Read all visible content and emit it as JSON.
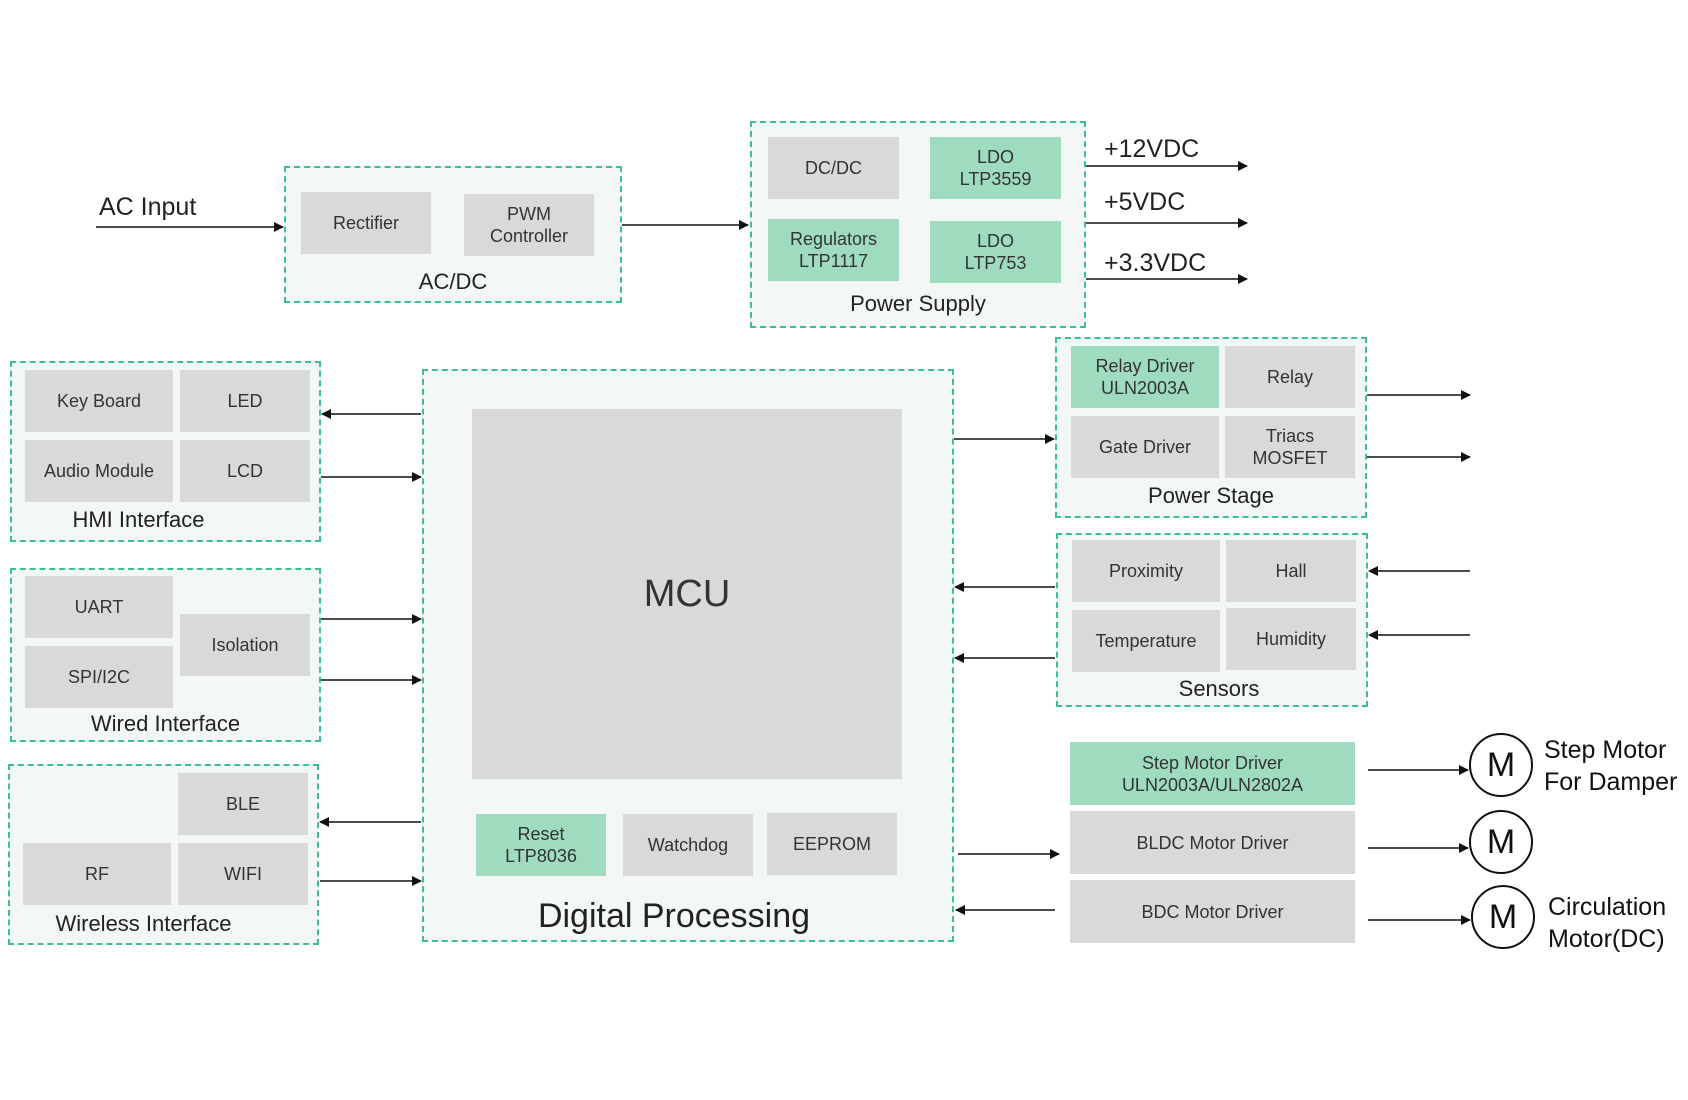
{
  "ac_input": {
    "label": "AC Input"
  },
  "acdc": {
    "title": "AC/DC",
    "rectifier": "Rectifier",
    "pwm": "PWM\nController"
  },
  "power_supply": {
    "title": "Power Supply",
    "dcdc": "DC/DC",
    "ldo1": "LDO\nLTP3559",
    "regulators": "Regulators\nLTP1117",
    "ldo2": "LDO\nLTP753"
  },
  "outputs": {
    "v12": "+12VDC",
    "v5": "+5VDC",
    "v33": "+3.3VDC"
  },
  "hmi": {
    "title": "HMI Interface",
    "keyboard": "Key Board",
    "led": "LED",
    "audio": "Audio Module",
    "lcd": "LCD"
  },
  "wired": {
    "title": "Wired Interface",
    "uart": "UART",
    "spi": "SPI/I2C",
    "isolation": "Isolation"
  },
  "wireless": {
    "title": "Wireless Interface",
    "ble": "BLE",
    "rf": "RF",
    "wifi": "WIFI"
  },
  "digital": {
    "title": "Digital Processing",
    "mcu": "MCU",
    "reset": "Reset\nLTP8036",
    "watchdog": "Watchdog",
    "eeprom": "EEPROM"
  },
  "power_stage": {
    "title": "Power Stage",
    "relay_driver": "Relay Driver\nULN2003A",
    "relay": "Relay",
    "gate_driver": "Gate Driver",
    "triacs": "Triacs\nMOSFET"
  },
  "sensors": {
    "title": "Sensors",
    "proximity": "Proximity",
    "hall": "Hall",
    "temperature": "Temperature",
    "humidity": "Humidity"
  },
  "motor_drivers": {
    "step": "Step Motor Driver\nULN2003A/ULN2802A",
    "bldc": "BLDC Motor Driver",
    "bdc": "BDC Motor Driver"
  },
  "motors": {
    "symbol": "M",
    "step_label": "Step Motor\nFor Damper",
    "circ_label": "Circulation\nMotor(DC)"
  },
  "colors": {
    "accent_green": "#3cc08f",
    "block_green": "#9fdcbf",
    "block_gray": "#d9d9d9"
  }
}
